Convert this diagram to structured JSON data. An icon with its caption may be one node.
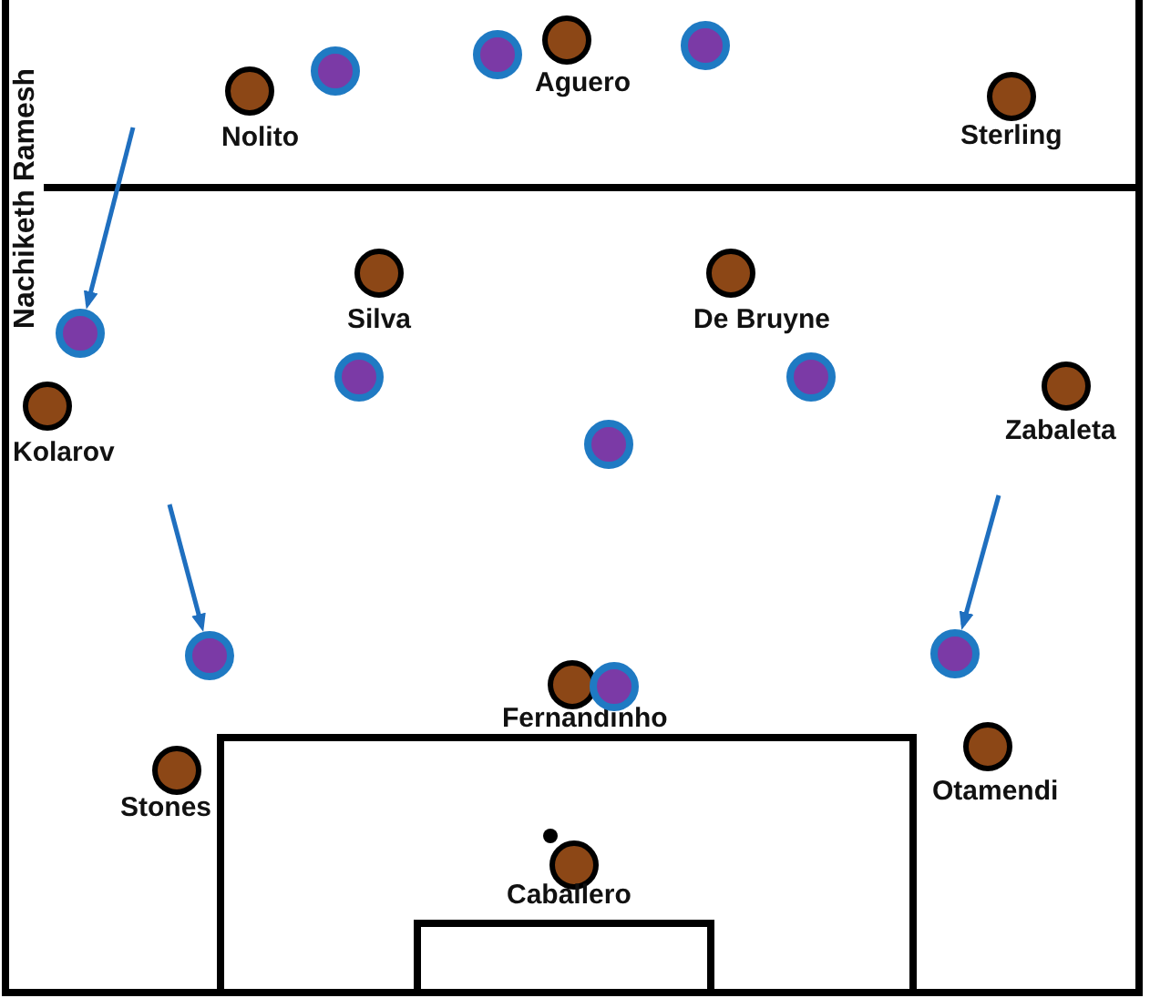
{
  "diagram": {
    "nodes": [
      {
        "text": [
          "Nolito"
        ]
      },
      {
        "text": [
          "Aguero"
        ]
      },
      {
        "text": [
          "Sterling"
        ]
      },
      {
        "text": [
          "Silva"
        ]
      },
      {
        "text": [
          "De Bruyne"
        ]
      },
      {
        "text": [
          "Kolarov"
        ]
      },
      {
        "text": [
          "Zabaleta"
        ]
      },
      {
        "text": [
          "Fernandinho"
        ]
      },
      {
        "text": [
          "Stones"
        ]
      },
      {
        "text": [
          "Otamendi"
        ]
      },
      {
        "text": [
          "Caballero"
        ]
      },
      {
        "text": [],
        "shape": "circle"
      },
      {
        "text": [],
        "shape": "circle"
      },
      {
        "text": [],
        "shape": "circle"
      },
      {
        "text": [],
        "shape": "circle"
      },
      {
        "text": [],
        "shape": "circle"
      },
      {
        "text": [],
        "shape": "circle"
      },
      {
        "text": [],
        "shape": "circle"
      },
      {
        "text": [],
        "shape": "circle"
      },
      {
        "text": [],
        "shape": "circle"
      },
      {
        "text": [],
        "shape": "circle"
      }
    ],
    "edges": [
      {
        "from": null,
        "to": 14,
        "arrow": "to"
      },
      {
        "from": null,
        "to": 18,
        "arrow": "to"
      },
      {
        "from": null,
        "to": 19,
        "arrow": "to"
      }
    ],
    "labels": [
      "Nachiketh Ramesh"
    ]
  }
}
